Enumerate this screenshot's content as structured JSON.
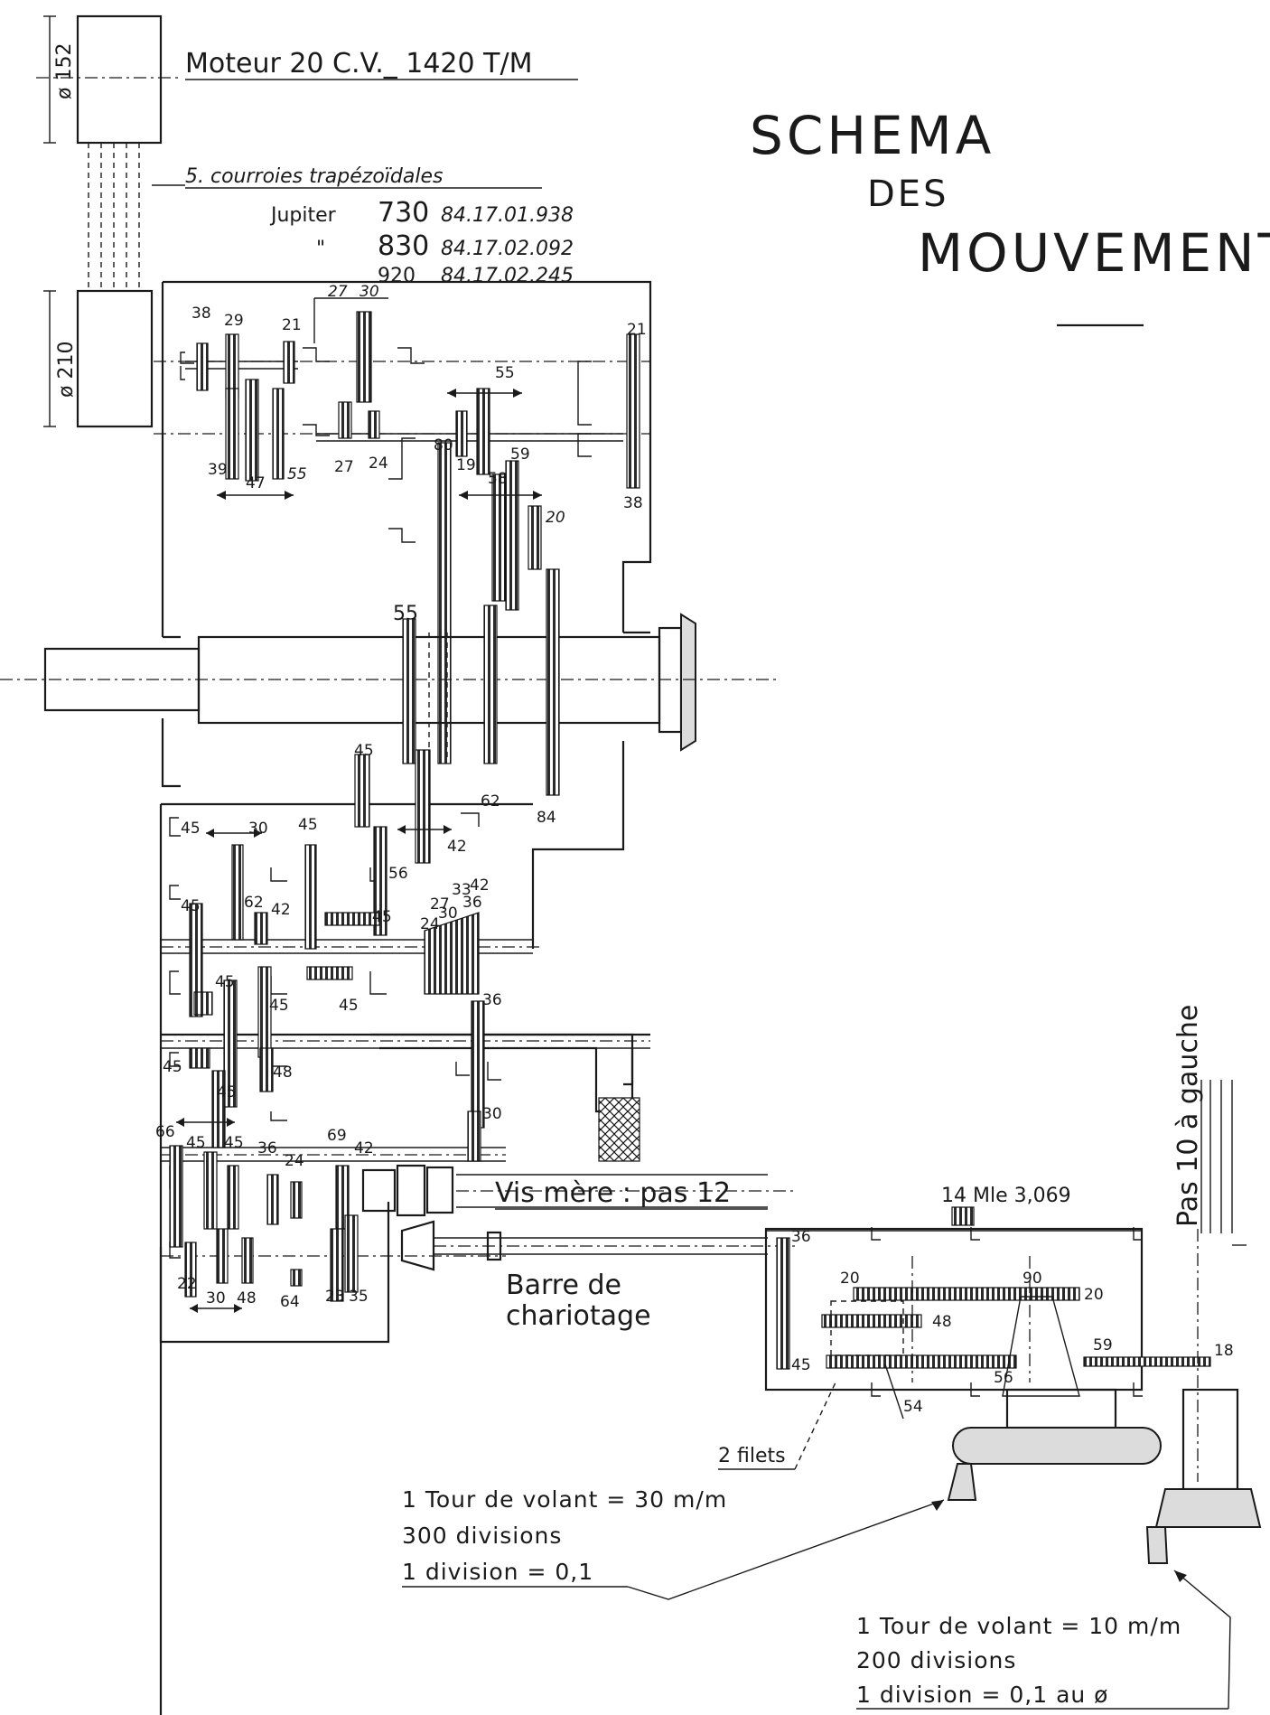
{
  "title": {
    "line1": "SCHEMA",
    "line2": "DES",
    "line3": "MOUVEMENTS"
  },
  "motor": {
    "label": "Moteur 20 C.V._ 1420 T/M",
    "diameter_top": "ø 152",
    "diameter_bottom": "ø 210"
  },
  "belts": {
    "label": "5. courroies trapézoïdales",
    "rows": [
      {
        "model": "Jupiter",
        "size": "730",
        "ref": "84.17.01.938"
      },
      {
        "model": "\"",
        "size": "830",
        "ref": "84.17.02.092"
      },
      {
        "model": "",
        "size": "920",
        "ref": "84.17.02.245"
      }
    ]
  },
  "gear_labels": {
    "headstock": [
      "38",
      "29",
      "21",
      "27",
      "30",
      "21",
      "55",
      "39",
      "47",
      "55",
      "27",
      "24",
      "80",
      "19",
      "59",
      "58",
      "20",
      "38",
      "55",
      "62",
      "84"
    ],
    "gearbox": [
      "45",
      "30",
      "45",
      "45",
      "56",
      "42",
      "45",
      "62",
      "42",
      "45",
      "27",
      "33",
      "42",
      "24",
      "30",
      "36",
      "45",
      "45",
      "45",
      "36",
      "45",
      "48",
      "30",
      "45",
      "66",
      "45",
      "45",
      "36",
      "24",
      "69",
      "42",
      "22",
      "30",
      "48",
      "64",
      "23",
      "35"
    ],
    "apron": [
      "36",
      "20",
      "90",
      "20",
      "48",
      "59",
      "18",
      "45",
      "56",
      "54"
    ],
    "pinion": "14 Mle 3,069"
  },
  "labels": {
    "lead_screw": "Vis mère : pas 12",
    "feed_bar_line1": "Barre de",
    "feed_bar_line2": "chariotage",
    "two_starts": "2 filets",
    "cross_pitch": "Pas 10 à gauche"
  },
  "handwheel_notes": {
    "longitudinal": [
      "1 Tour de volant = 30 m/m",
      "300 divisions",
      "1 division = 0,1"
    ],
    "cross": [
      "1 Tour de volant = 10 m/m",
      "200 divisions",
      "1 division = 0,1 au ø"
    ]
  },
  "colors": {
    "ink": "#1a1a1a",
    "paper": "#ffffff",
    "hatch": "#3a3a3a"
  }
}
